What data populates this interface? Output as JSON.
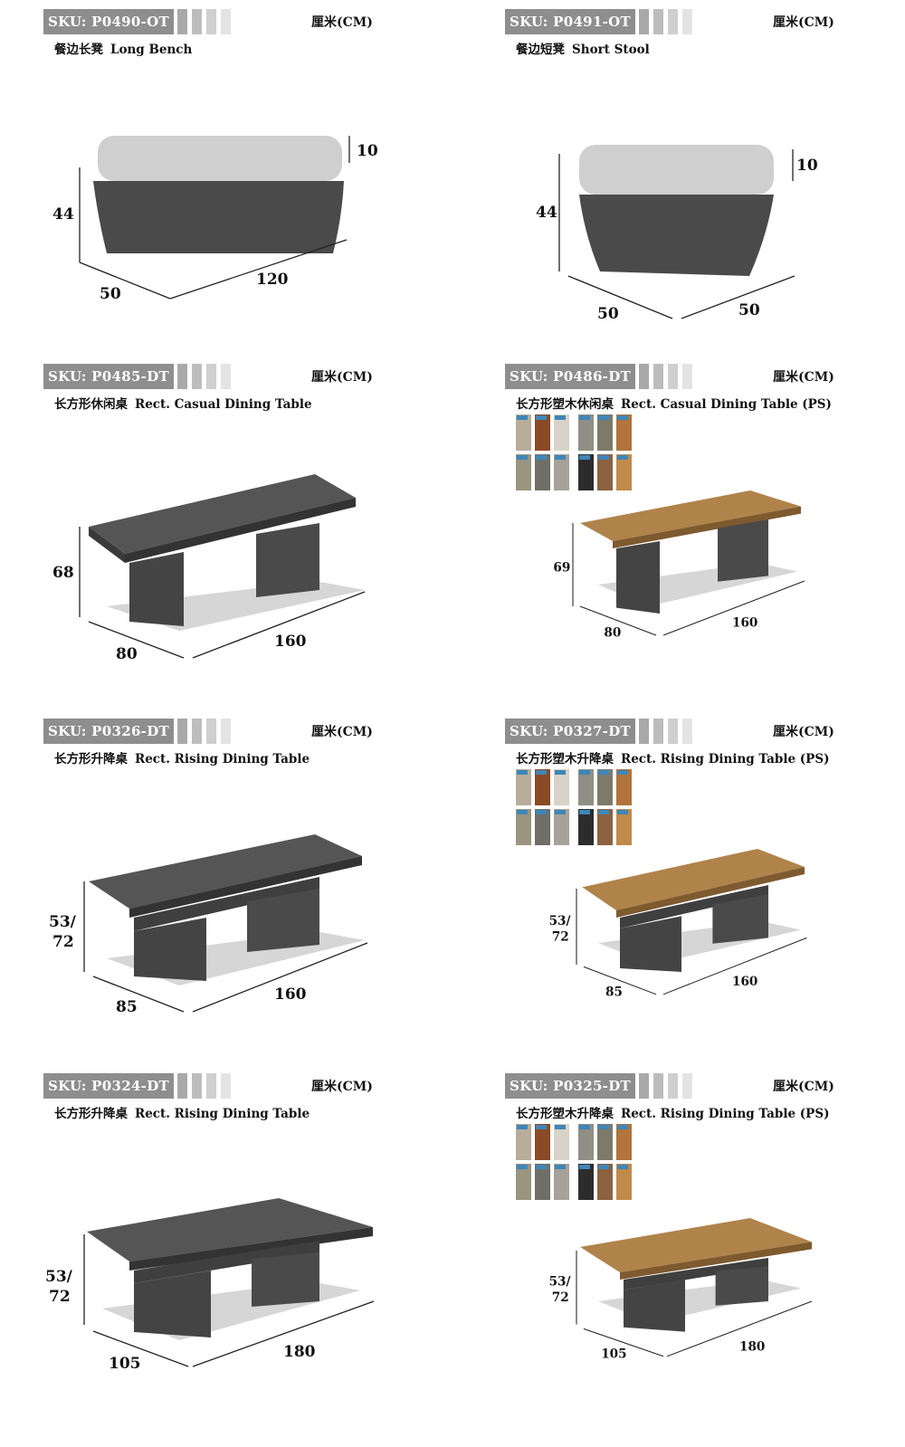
{
  "products": [
    {
      "sku": "SKU: P0490-OT",
      "unit": "厘米(CM)",
      "name_zh": "餐边长凳",
      "name_en": "Long Bench",
      "dims": {
        "h": "44",
        "cushion": "10",
        "d": "50",
        "w": "120"
      },
      "type": "bench",
      "swatches": false
    },
    {
      "sku": "SKU: P0491-OT",
      "unit": "厘米(CM)",
      "name_zh": "餐边短凳",
      "name_en": "Short Stool",
      "dims": {
        "h": "44",
        "cushion": "10",
        "d": "50",
        "w": "50"
      },
      "type": "stool",
      "swatches": false
    },
    {
      "sku": "SKU: P0485-DT",
      "unit": "厘米(CM)",
      "name_zh": "长方形休闲桌",
      "name_en": "Rect. Casual Dining Table",
      "dims": {
        "h": "68",
        "d": "80",
        "w": "160"
      },
      "type": "table",
      "top": "wicker",
      "swatches": false
    },
    {
      "sku": "SKU: P0486-DT",
      "unit": "厘米(CM)",
      "name_zh": "长方形塑木休闲桌",
      "name_en": "Rect. Casual Dining Table (PS)",
      "dims": {
        "h": "69",
        "d": "80",
        "w": "160"
      },
      "type": "table",
      "top": "wood",
      "swatches": true
    },
    {
      "sku": "SKU: P0326-DT",
      "unit": "厘米(CM)",
      "name_zh": "长方形升降桌",
      "name_en": "Rect. Rising Dining Table",
      "dims": {
        "h1": "53/",
        "h2": "72",
        "d": "85",
        "w": "160"
      },
      "type": "rising",
      "top": "wicker",
      "swatches": false
    },
    {
      "sku": "SKU: P0327-DT",
      "unit": "厘米(CM)",
      "name_zh": "长方形塑木升降桌",
      "name_en": "Rect. Rising Dining Table (PS)",
      "dims": {
        "h1": "53/",
        "h2": "72",
        "d": "85",
        "w": "160"
      },
      "type": "rising",
      "top": "wood",
      "swatches": true
    },
    {
      "sku": "SKU: P0324-DT",
      "unit": "厘米(CM)",
      "name_zh": "长方形升降桌",
      "name_en": "Rect. Rising Dining Table",
      "dims": {
        "h1": "53/",
        "h2": "72",
        "d": "105",
        "w": "180"
      },
      "type": "rising",
      "top": "wicker",
      "swatches": false
    },
    {
      "sku": "SKU: P0325-DT",
      "unit": "厘米(CM)",
      "name_zh": "长方形塑木升降桌",
      "name_en": "Rect. Rising Dining Table (PS)",
      "dims": {
        "h1": "53/",
        "h2": "72",
        "d": "105",
        "w": "180"
      },
      "type": "rising",
      "top": "wood",
      "swatches": true
    }
  ],
  "colors": {
    "sku_bg": "#8e8e8e",
    "wicker": "#4a4a4a",
    "wicker_dark": "#333333",
    "cushion": "#cfcfcf",
    "wood": "#b0834a",
    "shadow": "#d6d6d6"
  },
  "swatch_colors": [
    "#b8ad9a",
    "#8a4a26",
    "#d8d3c8",
    "#8f8f86",
    "#7e7a6a",
    "#b0743c",
    "#9a9480",
    "#6f6f68",
    "#a7a299",
    "#2c2c2c",
    "#8c6240",
    "#c08a4a"
  ]
}
